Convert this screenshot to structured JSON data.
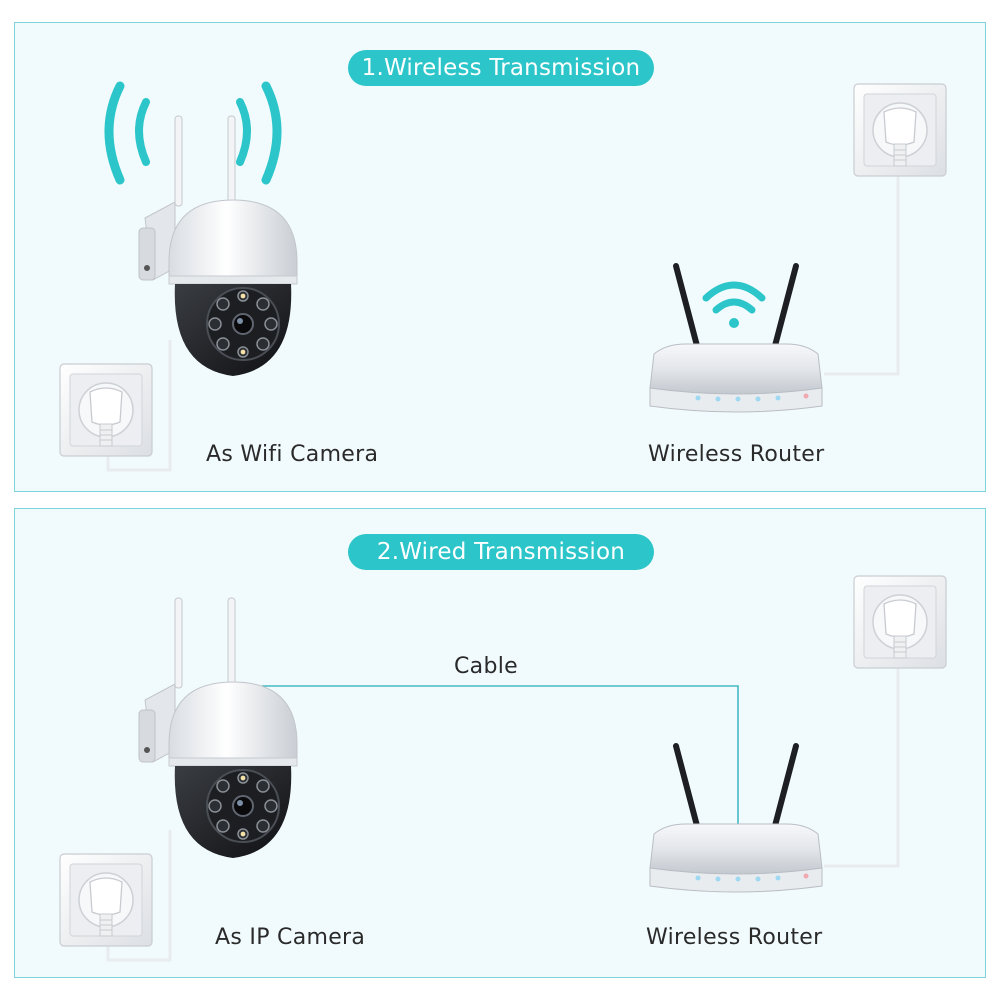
{
  "colors": {
    "accent": "#2cc5c9",
    "panel_background": "#f1fbfd",
    "panel_border": "#7fd3dc",
    "cable": "#46b9c3"
  },
  "section1": {
    "title": "1.Wireless Transmission",
    "camera_label": "As Wifi Camera",
    "router_label": "Wireless Router"
  },
  "section2": {
    "title": "2.Wired Transmission",
    "cable_label": "Cable",
    "camera_label": "As IP Camera",
    "router_label": "Wireless Router"
  }
}
